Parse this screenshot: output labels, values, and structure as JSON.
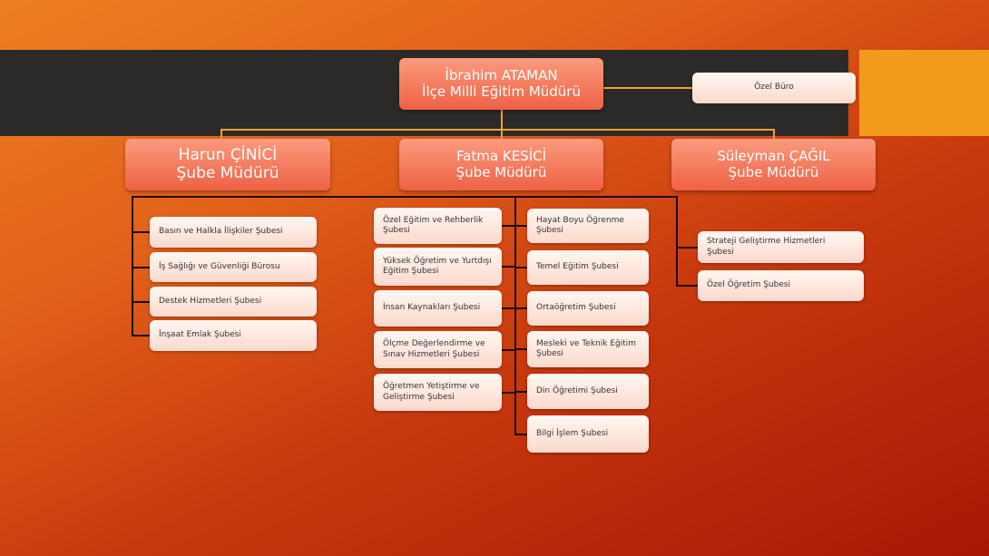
{
  "director": {
    "name": "İbrahim ATAMAN",
    "title": "İlçe Milli Eğitim Müdürü"
  },
  "ozel_buro": "Özel Büro",
  "managers": [
    {
      "name": "Harun ÇİNİCİ",
      "title": "Şube Müdürü"
    },
    {
      "name": "Fatma KESİCİ",
      "title": "Şube Müdürü"
    },
    {
      "name": "Süleyman ÇAĞIL",
      "title": "Şube Müdürü"
    }
  ],
  "units": {
    "left": [
      "Basın ve Halkla İlişkiler Şubesi",
      "İş Sağlığı ve Güvenliği Bürosu",
      "Destek Hizmetleri Şubesi",
      "İnşaat Emlak Şubesi"
    ],
    "middle_left": [
      "Özel Eğitim ve Rehberlik Şubesi",
      "Yüksek Öğretim ve Yurtdışı Eğitim Şubesi",
      "İnsan Kaynakları Şubesi",
      "Ölçme Değerlendirme ve Sınav Hizmetleri Şubesi",
      "Öğretmen Yetiştirme ve Geliştirme Şubesi"
    ],
    "middle_right": [
      "Hayat Boyu Öğrenme Şubesi",
      "Temel Eğitim Şubesi",
      "Ortaöğretim Şubesi",
      "Mesleki ve Teknik Eğitim Şubesi",
      "Din Öğretimi Şubesi",
      "Bilgi İşlem Şubesi"
    ],
    "right": [
      "Strateji Geliştirme Hizmetleri Şubesi",
      "Özel Öğretim Şubesi"
    ]
  }
}
